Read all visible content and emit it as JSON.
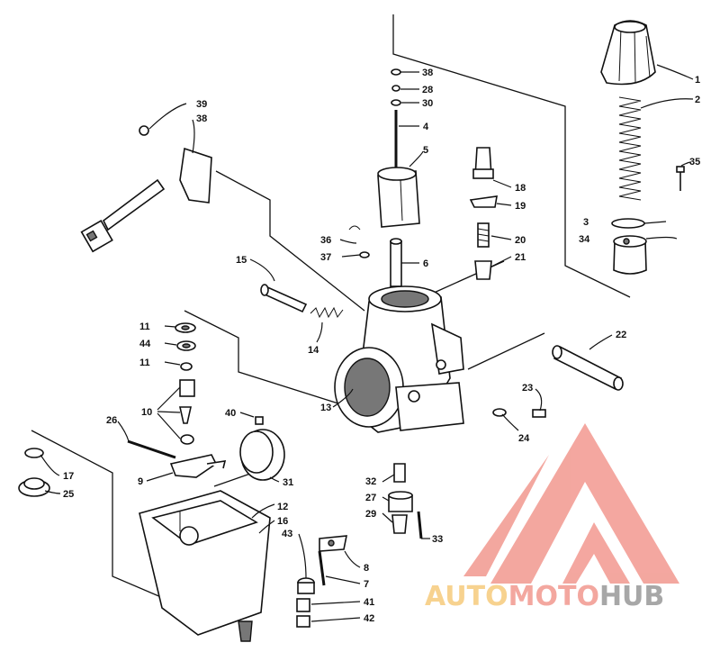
{
  "callouts": [
    {
      "id": "c1",
      "text": "1"
    },
    {
      "id": "c2",
      "text": "2"
    },
    {
      "id": "c3",
      "text": "3"
    },
    {
      "id": "c34",
      "text": "34"
    },
    {
      "id": "c35",
      "text": "35"
    },
    {
      "id": "c38a",
      "text": "38"
    },
    {
      "id": "c28",
      "text": "28"
    },
    {
      "id": "c30",
      "text": "30"
    },
    {
      "id": "c4",
      "text": "4"
    },
    {
      "id": "c5",
      "text": "5"
    },
    {
      "id": "c39",
      "text": "39"
    },
    {
      "id": "c38b",
      "text": "38"
    },
    {
      "id": "c18",
      "text": "18"
    },
    {
      "id": "c19",
      "text": "19"
    },
    {
      "id": "c20",
      "text": "20"
    },
    {
      "id": "c21",
      "text": "21"
    },
    {
      "id": "c36",
      "text": "36"
    },
    {
      "id": "c37",
      "text": "37"
    },
    {
      "id": "c6",
      "text": "6"
    },
    {
      "id": "c15",
      "text": "15"
    },
    {
      "id": "c14",
      "text": "14"
    },
    {
      "id": "c11a",
      "text": "11"
    },
    {
      "id": "c44",
      "text": "44"
    },
    {
      "id": "c11b",
      "text": "11"
    },
    {
      "id": "c10",
      "text": "10"
    },
    {
      "id": "c13",
      "text": "13"
    },
    {
      "id": "c22",
      "text": "22"
    },
    {
      "id": "c23",
      "text": "23"
    },
    {
      "id": "c24",
      "text": "24"
    },
    {
      "id": "c26",
      "text": "26"
    },
    {
      "id": "c40",
      "text": "40"
    },
    {
      "id": "c9",
      "text": "9"
    },
    {
      "id": "c31",
      "text": "31"
    },
    {
      "id": "c17",
      "text": "17"
    },
    {
      "id": "c25",
      "text": "25"
    },
    {
      "id": "c32",
      "text": "32"
    },
    {
      "id": "c27",
      "text": "27"
    },
    {
      "id": "c29",
      "text": "29"
    },
    {
      "id": "c33",
      "text": "33"
    },
    {
      "id": "c12",
      "text": "12"
    },
    {
      "id": "c16",
      "text": "16"
    },
    {
      "id": "c43",
      "text": "43"
    },
    {
      "id": "c8",
      "text": "8"
    },
    {
      "id": "c7",
      "text": "7"
    },
    {
      "id": "c41",
      "text": "41"
    },
    {
      "id": "c42",
      "text": "42"
    }
  ],
  "watermark": {
    "word1": "AUTO",
    "word2": "MOTO",
    "word3": "HUB",
    "colors": {
      "auto": "#f5c36a",
      "moto": "#f08a80",
      "hub": "#8a8a8a",
      "triangle": "#f08a80"
    }
  }
}
